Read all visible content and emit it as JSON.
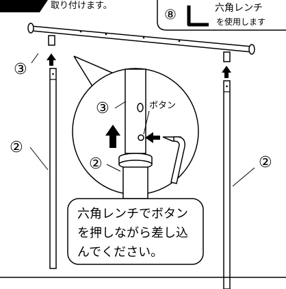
{
  "header": {
    "step_fragment": "を使用します",
    "title_fragment": "取り付けます。",
    "tool_callout": {
      "part_number": "⑧",
      "line1": "六角レンチ",
      "line2": "を使用します"
    }
  },
  "labels": {
    "pole_top_left": "③",
    "pole_left": "②",
    "pole_right": "②",
    "zoom_top": "③",
    "zoom_bottom": "②",
    "button": "ボタン"
  },
  "note": {
    "line1": "六角レンチでボタン",
    "line2": "を押しながら差し込",
    "line3": "んでください。"
  }
}
